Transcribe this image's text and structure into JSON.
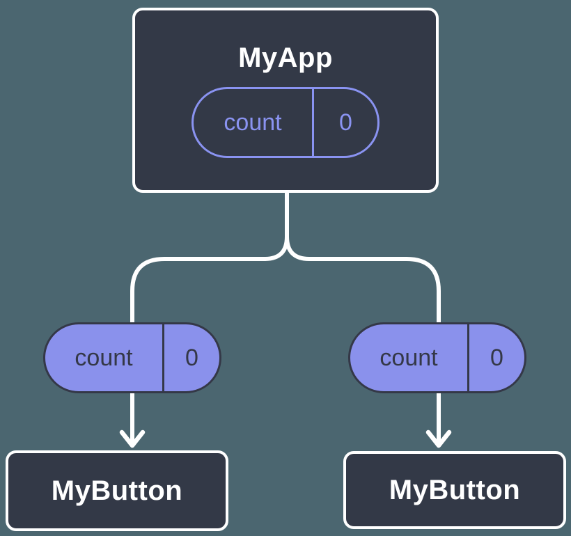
{
  "colors": {
    "background": "#4B6670",
    "node_fill": "#333947",
    "node_border": "#FFFFFF",
    "node_text": "#FFFFFF",
    "prop_pill_fill": "#8A91EC",
    "prop_pill_outline": "#8A93F1",
    "prop_pill_dark": "#343847",
    "connector": "#FFFFFF"
  },
  "diagram": {
    "root": {
      "title": "MyApp",
      "prop": {
        "name": "count",
        "value": "0"
      }
    },
    "children": [
      {
        "title": "MyButton",
        "prop": {
          "name": "count",
          "value": "0"
        }
      },
      {
        "title": "MyButton",
        "prop": {
          "name": "count",
          "value": "0"
        }
      }
    ]
  }
}
